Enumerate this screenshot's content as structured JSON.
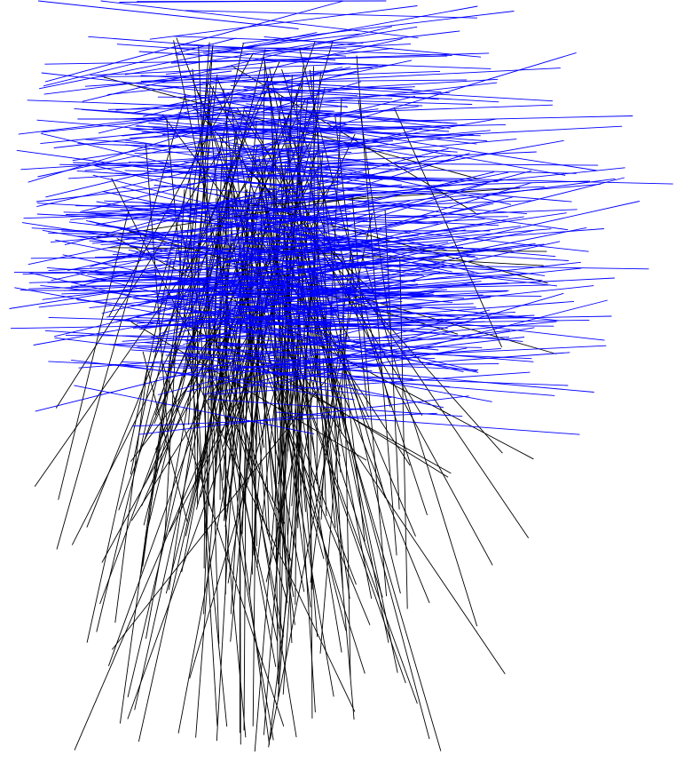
{
  "colors": {
    "background": "#ffffff",
    "group_a": "#000000",
    "group_b": "#0000ff"
  },
  "groups": [
    {
      "id": "black-lines",
      "color_key": "group_a",
      "orientation": "mostly-vertical"
    },
    {
      "id": "blue-lines",
      "color_key": "group_b",
      "orientation": "mostly-horizontal"
    }
  ]
}
